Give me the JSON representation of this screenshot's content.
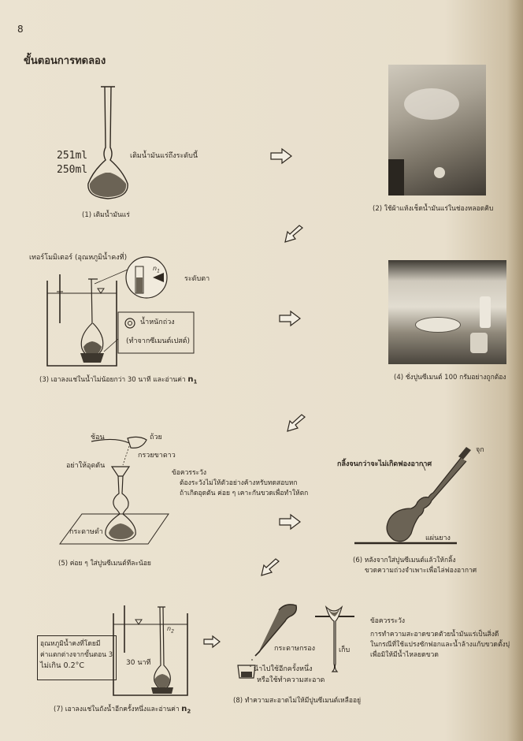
{
  "page_number": "8",
  "heading": "ขั้นตอนการทดลอง",
  "step1": {
    "label_251": "251ml",
    "label_250": "250ml",
    "instruction": "เติมน้ำมันแร่ถึงระดับนี้",
    "caption": "(1) เติมน้ำมันแร่"
  },
  "step2": {
    "caption": "(2) ใช้ผ้าแห้งเช็ดน้ำมันแร่ในช่องหลอดคิบ"
  },
  "step3": {
    "thermometer_label": "เทอร์โมมิเตอร์ (อุณหภูมิน้ำคงที่)",
    "n1_symbol": "n",
    "n1_sub": "1",
    "eye_level": "ระดับตา",
    "weight_label": "น้ำหนักถ่วง",
    "weight_note": "(ทำจากซีเมนต์เปสต์)",
    "caption_prefix": "(3) เอาลงแช่ในน้ำไม่น้อยกว่า 30 นาที และอ่านค่า",
    "caption_var": "n",
    "caption_sub": "1"
  },
  "step4": {
    "caption": "(4) ชั่งปูนซีเมนต์ 100 กรัมอย่างถูกต้อง"
  },
  "step5": {
    "spoon": "ช้อน",
    "cup": "ถ้วย",
    "paper_funnel": "กรวยขาดาว",
    "no_block": "อย่าให้อุดตัน",
    "black_paper": "กระดาษดำ",
    "caution_title": "ข้อควรระวัง",
    "caution_line1": "ต้องระวังไม่ให้ตัวอย่างค้างหรับทดสอบหก",
    "caution_line2": "ถ้าเกิดอุดตัน ค่อย ๆ เคาะกันขวดเพื่อทำให้ตก",
    "caption": "(5) ค่อย ๆ ใส่ปูนซีเมนต์ทีละน้อย"
  },
  "step6": {
    "roll_label": "กลิ้งจนกว่าจะไม่เกิดฟองอากาศ",
    "stopper": "จุก",
    "rubber_mat": "แผ่นยาง",
    "caption_line1": "(6) หลังจากใส่ปูนซีเมนต์แล้วให้กลิ้ง",
    "caption_line2": "ขวดความถ่วงจำเพาะเพื่อไล่ฟองอากาศ"
  },
  "step7": {
    "note_line1": "อุณหภูมิน้ำคงที่โดยมี",
    "note_line2": "ค่าแตกต่างจากขั้นตอน 3",
    "note_line3": "ไม่เกิน 0.2°C",
    "n2_symbol": "n",
    "n2_sub": "2",
    "time": "30 นาที",
    "caption_prefix": "(7) เอาลงแช่ในถังน้ำอีกครั้งหนึ่งและอ่านค่า",
    "caption_var": "n",
    "caption_sub": "2"
  },
  "step8": {
    "filter_paper": "กระดาษกรอง",
    "keep": "เก็บ",
    "reuse_line1": "นำไปใช้อีกครั้งหนึ่ง",
    "reuse_line2": "หรือใช้ทำความสะอาด",
    "caution_title": "ข้อควรระวัง",
    "caution_line1": "การทำความสะอาดขวดตัวยน้ำมันแร่เป็นสิ่งดี",
    "caution_line2": "ในกรณีที่ใช้แปรงซักฟอกและน้ำล้างแก้บขวดตั้งปุ",
    "caution_line3": "เพื่อมิให้มีน้ำไหลยดขวด",
    "caption": "(8) ทำความสะอาดไม่ให้มีปูนซีเมนต์เหลืออยู่"
  }
}
